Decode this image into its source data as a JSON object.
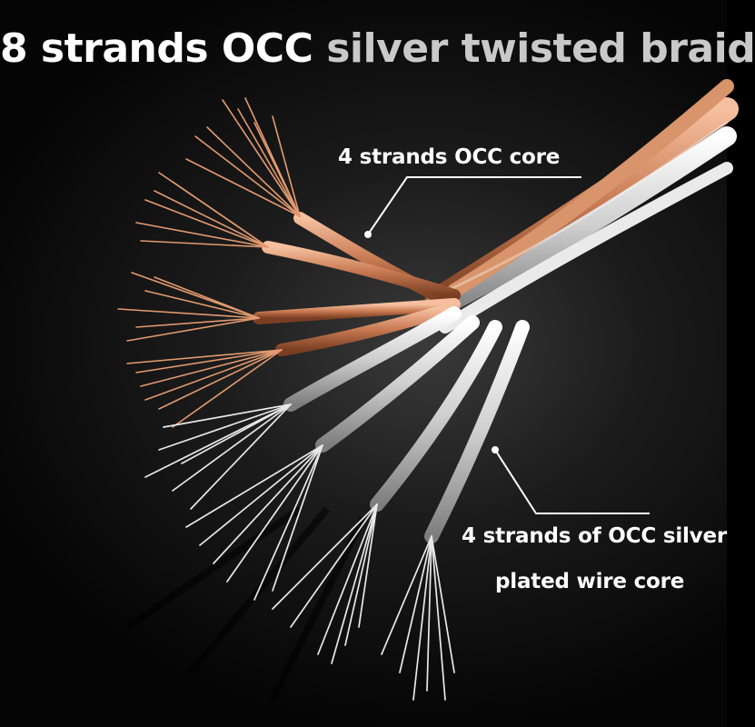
{
  "headline": {
    "part1": "8 strands OCC",
    "part2": "silver twisted braid"
  },
  "callouts": {
    "copper_core": "4 strands OCC core",
    "silver_core_line1": "4 strands of OCC silver",
    "silver_core_line2": "plated wire core"
  },
  "colors": {
    "background": "#000000",
    "copper": "#d98a5e",
    "silver": "#e6e6e6",
    "text": "#ffffff"
  }
}
